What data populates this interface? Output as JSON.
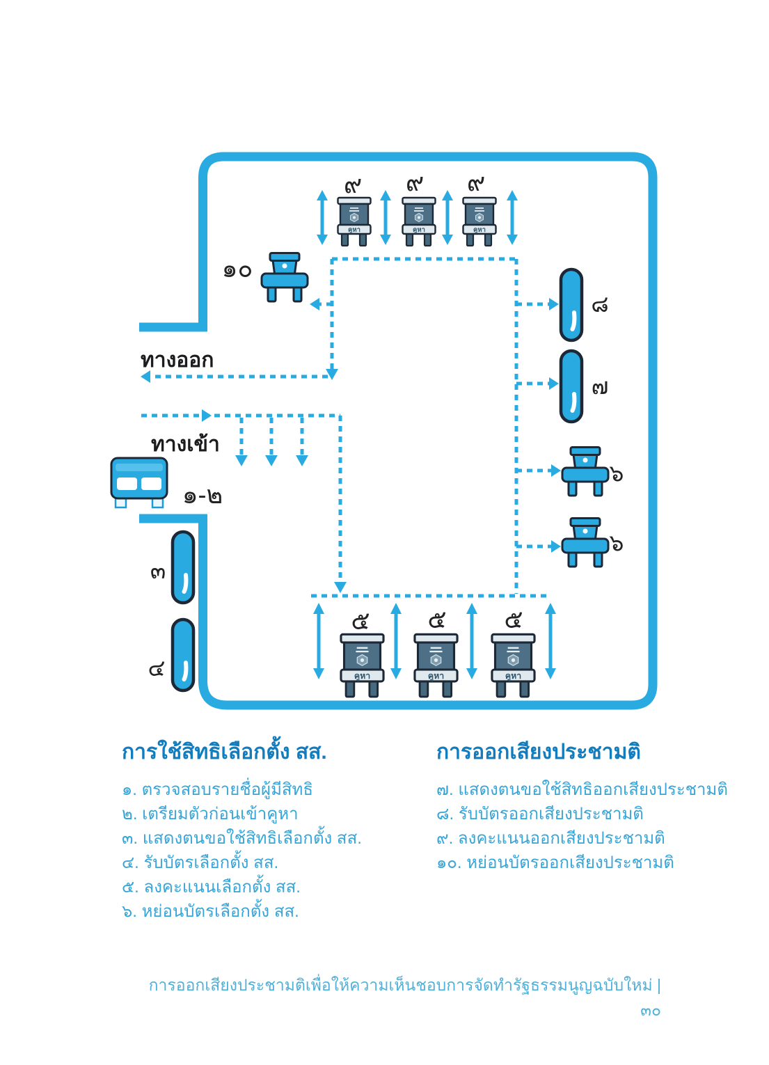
{
  "diagram": {
    "exit_label": "ทางออก",
    "entrance_label": "ทางเข้า",
    "booth_label": "คูหา",
    "numbers": {
      "top_booths": "๙",
      "exit_ballot_box": "๑๐",
      "pill_right_top": "๘",
      "pill_right_bottom": "๗",
      "right_ballot_boxes": "๖",
      "bottom_booths": "๕",
      "pill_left_top": "๓",
      "pill_left_bottom": "๔",
      "entrance_desk": "๑-๒"
    }
  },
  "legend_left": {
    "title": "การใช้สิทธิเลือกตั้ง สส.",
    "items": [
      "๑. ตรวจสอบรายชื่อผู้มีสิทธิ",
      "๒. เตรียมตัวก่อนเข้าคูหา",
      "๓. แสดงตนขอใช้สิทธิเลือกตั้ง สส.",
      "๔. รับบัตรเลือกตั้ง สส.",
      "๕. ลงคะแนนเลือกตั้ง สส.",
      "๖. หย่อนบัตรเลือกตั้ง สส."
    ]
  },
  "legend_right": {
    "title": "การออกเสียงประชามติ",
    "items": [
      "๗. แสดงตนขอใช้สิทธิออกเสียงประชามติ",
      "๘. รับบัตรออกเสียงประชามติ",
      "๙. ลงคะแนนออกเสียงประชามติ",
      "๑๐. หย่อนบัตรออกเสียงประชามติ"
    ]
  },
  "footer": "การออกเสียงประชามติเพื่อให้ความเห็นชอบการจัดทำรัฐธรรมนูญฉบับใหม่ | ๓๐",
  "colors": {
    "accent_blue": "#29abe2",
    "dark_outline": "#1d2836",
    "booth_slate": "#4e7086",
    "booth_light": "#dfe9ee",
    "title_blue": "#127dbe",
    "item_blue": "#38a5d8",
    "footer_blue": "#4fb0d9",
    "text_black": "#1c1c1e"
  }
}
